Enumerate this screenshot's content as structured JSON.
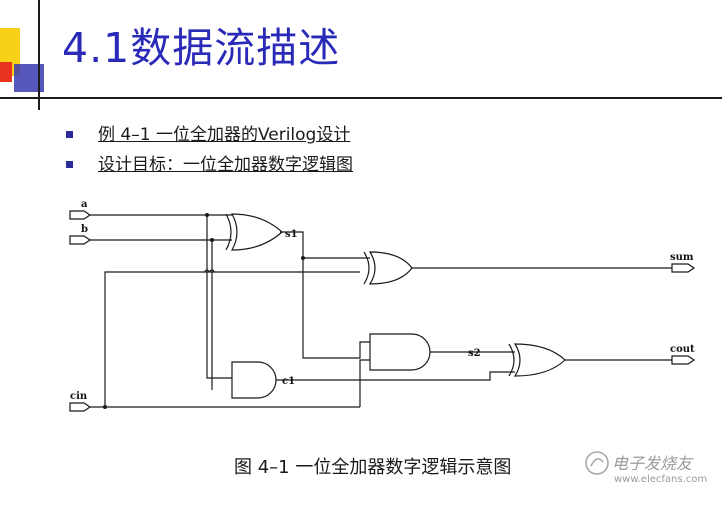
{
  "slide": {
    "title": "4.1数据流描述",
    "bullets": [
      {
        "text": "例 4–1 一位全加器的Verilog设计"
      },
      {
        "text": "设计目标：一位全加器数字逻辑图"
      }
    ]
  },
  "diagram": {
    "signals": {
      "a": "a",
      "b": "b",
      "cin": "cin",
      "s1": "s1",
      "s2": "s2",
      "c1": "c1",
      "sum": "sum",
      "cout": "cout"
    },
    "caption": "图 4–1 一位全加器数字逻辑示意图"
  },
  "colors": {
    "title": "#2a2ab8",
    "accent_yellow": "#f7d117",
    "accent_red": "#e8321e",
    "accent_blue": "#3a3ab0"
  },
  "watermark": {
    "text": "电子发烧友",
    "url": "www.elecfans.com"
  }
}
